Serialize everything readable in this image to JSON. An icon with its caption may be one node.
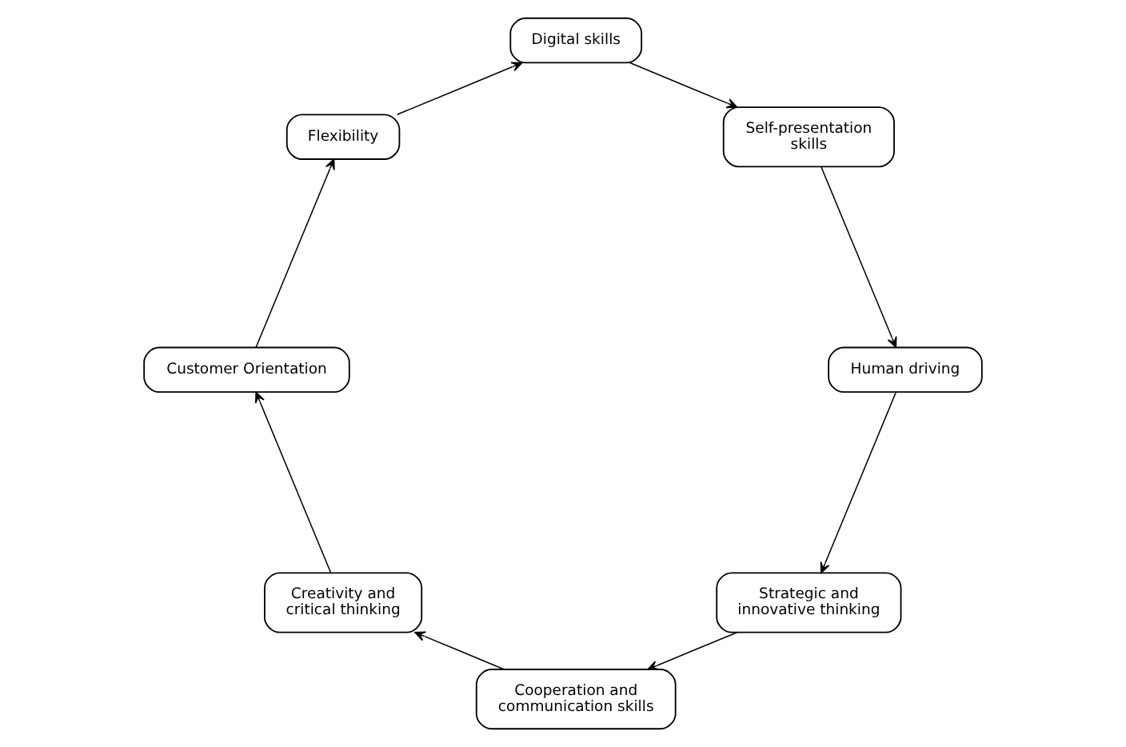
{
  "diagram": {
    "nodes": [
      {
        "text": [
          "Strategic and innovative thinking"
        ]
      },
      {
        "text": [
          "Human driving"
        ]
      },
      {
        "text": [
          "Cooperation and communication skills"
        ]
      },
      {
        "text": [
          "Self-presentation skills"
        ]
      },
      {
        "text": [
          "Creativity and critical thinking"
        ]
      },
      {
        "text": [
          "Digital skills"
        ]
      },
      {
        "text": [
          "Customer Orientation"
        ]
      },
      {
        "text": [
          "Flexibility"
        ]
      }
    ],
    "edges": [
      {
        "from": 0,
        "to": 2,
        "arrow": "to"
      },
      {
        "from": 2,
        "to": 4,
        "arrow": "to"
      },
      {
        "from": 4,
        "to": 6,
        "arrow": "to"
      },
      {
        "from": 6,
        "to": 7,
        "arrow": "to"
      },
      {
        "from": 7,
        "to": 5,
        "arrow": "to"
      },
      {
        "from": 5,
        "to": 3,
        "arrow": "to"
      },
      {
        "from": 3,
        "to": 1,
        "arrow": "to"
      },
      {
        "from": 1,
        "to": 0,
        "arrow": "to"
      }
    ]
  }
}
